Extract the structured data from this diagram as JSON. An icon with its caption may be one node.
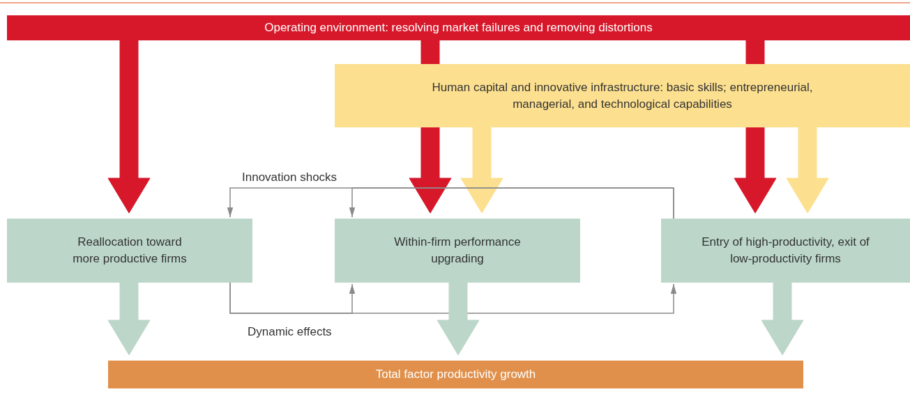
{
  "diagram": {
    "nodes": [
      {
        "text": [
          "Operating environment: resolving market failures and removing distortions"
        ]
      },
      {
        "text": [
          "Human capital and innovative infrastructure: basic skills; entrepreneurial, managerial, and technological capabilities"
        ]
      },
      {
        "text": [
          "Reallocation toward more productive firms"
        ]
      },
      {
        "text": [
          "Within-firm performance upgrading"
        ]
      },
      {
        "text": [
          "Entry of high-productivity, exit of low-productivity firms"
        ]
      },
      {
        "text": [
          "Total factor productivity growth"
        ]
      }
    ],
    "edges": [
      {
        "from": 0,
        "to": 2,
        "arrow": "to",
        "style": "thick",
        "color": "#d7182a"
      },
      {
        "from": 0,
        "to": 3,
        "arrow": "to",
        "style": "thick",
        "color": "#d7182a"
      },
      {
        "from": 0,
        "to": 4,
        "arrow": "to",
        "style": "thick",
        "color": "#d7182a"
      },
      {
        "from": 1,
        "to": 3,
        "arrow": "to",
        "style": "thick",
        "color": "#fde08f"
      },
      {
        "from": 1,
        "to": 4,
        "arrow": "to",
        "style": "thick",
        "color": "#fde08f"
      },
      {
        "from": 4,
        "to": 2,
        "arrow": "to",
        "label": "Innovation shocks",
        "color": "#8a8a8a"
      },
      {
        "from": 4,
        "to": 3,
        "arrow": "to",
        "color": "#8a8a8a"
      },
      {
        "from": 2,
        "to": 3,
        "arrow": "to",
        "label": "Dynamic effects",
        "color": "#8a8a8a"
      },
      {
        "from": 2,
        "to": 4,
        "arrow": "to",
        "color": "#8a8a8a"
      },
      {
        "from": 2,
        "to": 5,
        "arrow": "to",
        "style": "thick",
        "color": "#bcd7c9"
      },
      {
        "from": 3,
        "to": 5,
        "arrow": "to",
        "style": "thick",
        "color": "#bcd7c9"
      },
      {
        "from": 4,
        "to": 5,
        "arrow": "to",
        "style": "thick",
        "color": "#bcd7c9"
      }
    ]
  }
}
